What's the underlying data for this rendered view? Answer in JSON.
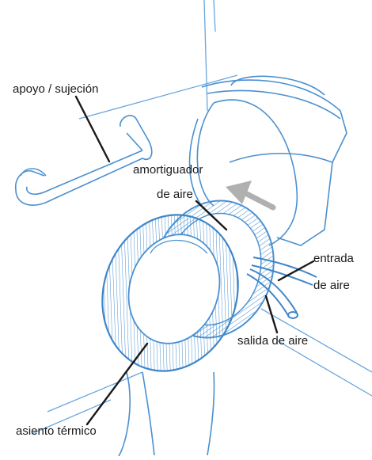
{
  "labels": {
    "grab_bar": "apoyo / sujeción",
    "air_cushion_line1": "amortiguador",
    "air_cushion_line2": "de aire",
    "air_inlet_line1": "entrada",
    "air_inlet_line2": "de aire",
    "air_outlet": "salida de aire",
    "heated_seat": "asiento térmico"
  },
  "colors": {
    "sketch_blue": "#4a90d0",
    "hatch_blue": "#5a9ad8",
    "leader": "#1a1a1a",
    "arrow_gray": "#b0b0b0"
  }
}
